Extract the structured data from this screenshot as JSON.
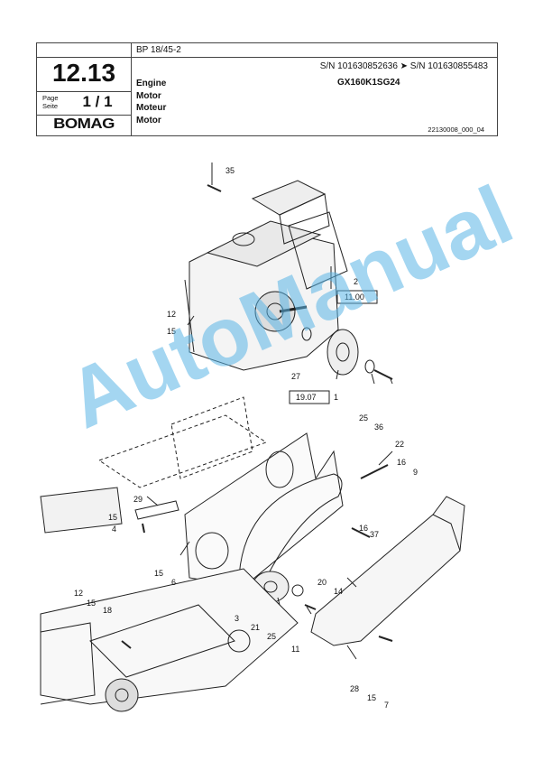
{
  "header": {
    "model": "BP 18/45-2",
    "page_number": "12.13",
    "page_label": "Page",
    "page_label_de": "Seite",
    "page_fraction": "1 / 1",
    "brand": "BOMAG",
    "serial_range": "S/N 101630852636  ➤  S/N 101630855483",
    "titles": [
      "Engine",
      "Motor",
      "Moteur",
      "Motor"
    ],
    "engine_code": "GX160K1SG24",
    "document_id": "22130008_000_04"
  },
  "callouts": [
    "35",
    "2",
    "11.00",
    "12",
    "15",
    "27",
    "19.07",
    "1",
    "25",
    "36",
    "22",
    "16",
    "9",
    "29",
    "15",
    "4",
    "16",
    "37",
    "15",
    "6",
    "20",
    "14",
    "12",
    "15",
    "18",
    "3",
    "21",
    "25",
    "11",
    "28",
    "15",
    "7"
  ],
  "watermark": "AutoManual"
}
